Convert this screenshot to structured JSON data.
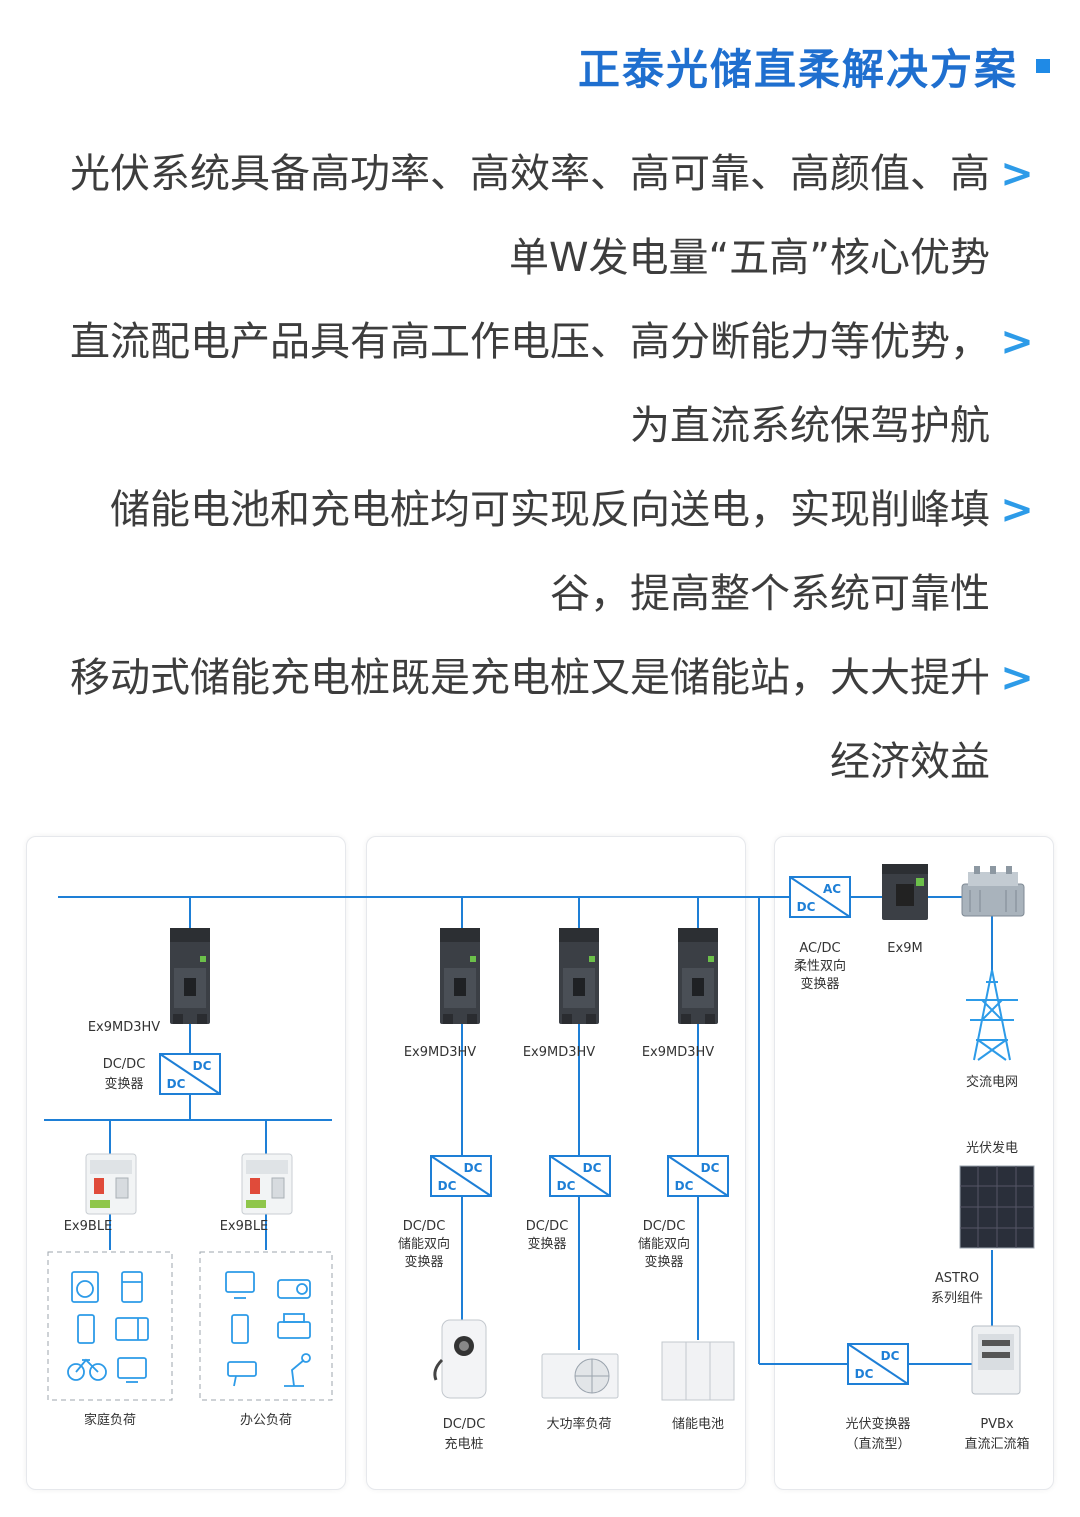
{
  "header": {
    "title": "正泰光储直柔解决方案"
  },
  "bullets": [
    "光伏系统具备高功率、高效率、高可靠、高颜值、高单W发电量“五高”核心优势",
    "直流配电产品具有高工作电压、高分断能力等优势，为直流系统保驾护航",
    "储能电池和充电桩均可实现反向送电，实现削峰填谷，提高整个系统可靠性",
    "移动式储能充电桩既是充电桩又是储能站，大大提升经济效益"
  ],
  "diagram": {
    "ac_dc": {
      "top": "AC",
      "bottom": "DC",
      "label1": "AC/DC",
      "label2": "柔性双向",
      "label3": "变换器"
    },
    "ex9m": "Ex9M",
    "grid": "交流电网",
    "pv_gen": "光伏发电",
    "astro1": "ASTRO",
    "astro2": "系列组件",
    "pvbx1": "PVBx",
    "pvbx2": "直流汇流箱",
    "pv_conv1": "光伏变换器",
    "pv_conv2": "（直流型）",
    "dc": "DC",
    "breaker": "Ex9MD3HV",
    "conv_storage": [
      "DC/DC",
      "储能双向",
      "变换器"
    ],
    "conv_plain": [
      "DC/DC",
      "变换器"
    ],
    "storage_battery": "储能电池",
    "high_power_load": "大功率负荷",
    "charger1": "DC/DC",
    "charger2": "充电桩",
    "left_conv": [
      "DC/DC",
      "变换器"
    ],
    "ex9ble": "Ex9BLE",
    "home_load": "家庭负荷",
    "office_load": "办公负荷",
    "colors": {
      "line": "#1e7fd6",
      "accent": "#2d9be8"
    }
  }
}
